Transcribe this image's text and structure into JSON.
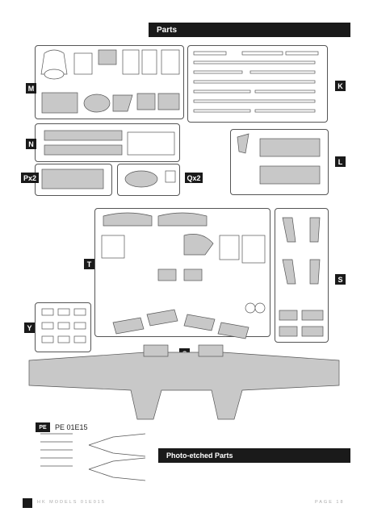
{
  "section_title": "Parts",
  "sprue_labels": {
    "M": "M",
    "K": "K",
    "N": "N",
    "L": "L",
    "P": "Px2",
    "Q": "Qx2",
    "T": "T",
    "S": "S",
    "Y": "Y",
    "C": "C"
  },
  "pe": {
    "logo": "PE",
    "code": "PE 01E15"
  },
  "pe_title": "Photo-etched Parts",
  "footer": {
    "left": "HK MODELS 01E015",
    "right": "PAGE 18"
  },
  "colors": {
    "dark": "#1a1a1a",
    "part_fill": "#c8c8c8",
    "outline": "#555555"
  }
}
